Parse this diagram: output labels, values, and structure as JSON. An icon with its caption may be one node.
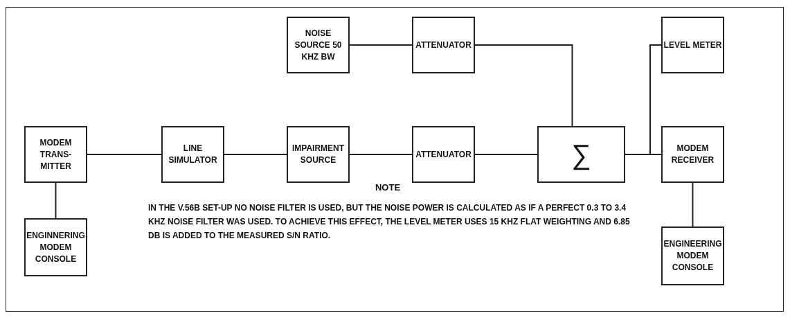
{
  "diagram": {
    "nodes": [
      {
        "text": [
          "NOISE SOURCE 50 KHZ BW"
        ]
      },
      {
        "text": [
          "ATTENUATOR"
        ]
      },
      {
        "text": [
          "LEVEL METER"
        ]
      },
      {
        "text": [
          "MODEM TRANS-MITTER"
        ]
      },
      {
        "text": [
          "LINE SIMULATOR"
        ]
      },
      {
        "text": [
          "IMPAIRMENT SOURCE"
        ]
      },
      {
        "text": [
          "ATTENUATOR"
        ]
      },
      {
        "text": [
          "∑"
        ]
      },
      {
        "text": [
          "MODEM RECEIVER"
        ]
      },
      {
        "text": [
          "ENGINNERING MODEM CONSOLE"
        ]
      },
      {
        "text": [
          "ENGINEERING MODEM CONSOLE"
        ]
      }
    ],
    "edges": [
      {
        "from": 0,
        "to": 1,
        "arrow": "none"
      },
      {
        "from": 1,
        "to": 7,
        "arrow": "none"
      },
      {
        "from": 3,
        "to": 4,
        "arrow": "none"
      },
      {
        "from": 4,
        "to": 5,
        "arrow": "none"
      },
      {
        "from": 5,
        "to": 6,
        "arrow": "none"
      },
      {
        "from": 6,
        "to": 7,
        "arrow": "none"
      },
      {
        "from": 7,
        "to": 8,
        "arrow": "none"
      },
      {
        "from": 7,
        "to": 2,
        "arrow": "none"
      },
      {
        "from": 3,
        "to": 9,
        "arrow": "none"
      },
      {
        "from": 8,
        "to": 10,
        "arrow": "none"
      }
    ],
    "labels": [
      "NOTE",
      "IN THE V.56B SET-UP NO NOISE FILTER IS USED, BUT THE NOISE POWER IS CALCULATED AS IF A PERFECT 0.3 TO 3.4 KHZ NOISE FILTER WAS USED. TO ACHIEVE THIS EFFECT, THE LEVEL METER USES 15 KHZ FLAT WEIGHTING AND 6.85 DB IS ADDED TO THE MEASURED S/N RATIO."
    ]
  }
}
